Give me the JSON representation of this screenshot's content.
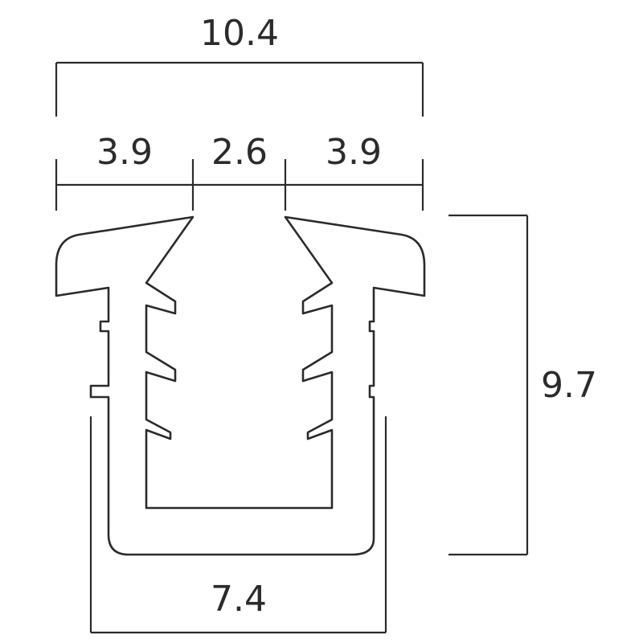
{
  "dimensions": {
    "overall_width": "10.4",
    "left_width": "3.9",
    "center_width": "2.6",
    "right_width": "3.9",
    "height": "9.7",
    "base_width": "7.4"
  },
  "colors": {
    "line": "#2b2b2b",
    "background": "#ffffff"
  }
}
